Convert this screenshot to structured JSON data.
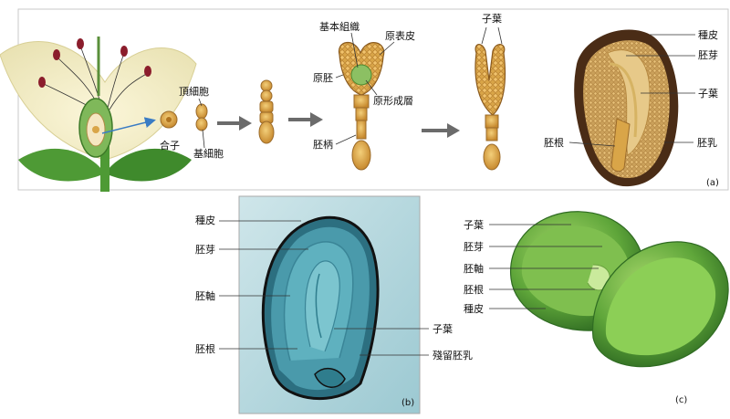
{
  "panels": {
    "a": "(a)",
    "b": "(b)",
    "c": "(c)"
  },
  "panel_a": {
    "zygote": "合子",
    "apical_cell": "頂細胞",
    "basal_cell": "基細胞",
    "ground_tissue": "基本組織",
    "protoderm": "原表皮",
    "proembryo": "原胚",
    "procambium": "原形成層",
    "suspensor": "胚柄",
    "cotyledon_top": "子葉",
    "seed_coat": "種皮",
    "plumule": "胚芽",
    "cotyledon": "子葉",
    "radicle": "胚根",
    "endosperm": "胚乳"
  },
  "panel_b": {
    "seed_coat": "種皮",
    "plumule": "胚芽",
    "hypocotyl": "胚軸",
    "radicle": "胚根",
    "cotyledon": "子葉",
    "residual_endosperm": "殘留胚乳"
  },
  "panel_c": {
    "cotyledon": "子葉",
    "plumule": "胚芽",
    "hypocotyl": "胚軸",
    "radicle": "胚根",
    "seed_coat": "種皮"
  },
  "colors": {
    "embryo_tan": "#d9a548",
    "embryo_dark": "#a0621e",
    "seed_coat_brown": "#4a2c16",
    "micrograph_teal": "#3f8f9b",
    "pea_green": "#5fa63a",
    "arrow_gray": "#6b6b6b",
    "blue_pointer": "#3a7cc4"
  }
}
